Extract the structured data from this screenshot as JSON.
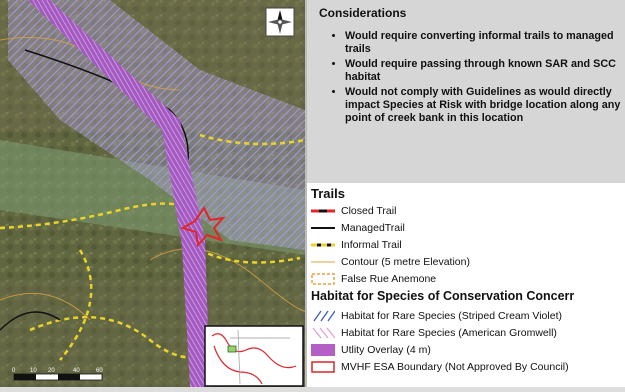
{
  "considerations": {
    "title": "Considerations",
    "bullets": [
      "Would require converting informal trails to managed trails",
      "Would require passing through known SAR and SCC habitat",
      "Would not comply with Guidelines as would directly impact Species at Risk with bridge location along any point of creek bank in this location"
    ]
  },
  "legend": {
    "trails_title": "Trails",
    "trail_items": [
      {
        "label": "Closed Trail",
        "color": "#e0262b"
      },
      {
        "label": "ManagedTrail",
        "color": "#111111"
      },
      {
        "label": "Informal Trail",
        "color": "#e8d42a"
      },
      {
        "label": "Contour (5 metre Elevation)",
        "color": "#d9a441"
      },
      {
        "label": "False Rue Anemone",
        "color": "#e8a040"
      }
    ],
    "habitat_title": "Habitat for Species of Conservation Concerr",
    "habitat_items": [
      {
        "label": "Habitat for Rare Species (Striped Cream Violet)",
        "color": "#3a5fbf"
      },
      {
        "label": "Habitat for Rare Species (American Gromwell)",
        "color": "#e69ad6"
      },
      {
        "label": "Utlity Overlay (4 m)",
        "color": "#b35fc6"
      },
      {
        "label": "MVHF ESA Boundary (Not Approved By Council)",
        "color": "#d8252a"
      }
    ]
  },
  "map": {
    "scale_labels": [
      "0",
      "10",
      "20",
      "40",
      "60"
    ]
  }
}
